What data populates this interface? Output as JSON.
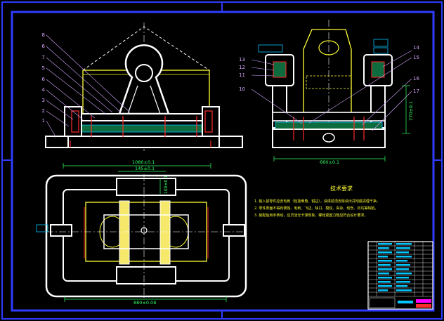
{
  "drawing": {
    "dimensions": {
      "front_total": "1080±0.1",
      "front_inner": "145±0.1",
      "side_width": "660±0.1",
      "side_height": "770±0.1",
      "plan_width": "880±0.08",
      "plan_small": "100±0.1"
    },
    "front_leaders": [
      "8",
      "6",
      "7",
      "5",
      "6",
      "4",
      "3",
      "2",
      "1"
    ],
    "side_leaders_left": [
      "13",
      "12",
      "11",
      "10"
    ],
    "side_leaders_right": [
      "14",
      "15",
      "16",
      "17"
    ],
    "technical_requirements": {
      "title": "技术要求",
      "notes": [
        "1. 装入前零件应去毛刺（包括倒角、锐边），油漆前须去除油污并彻底清理干净。",
        "2. 零件表面不得有锈蚀、毛刺、飞边、缺口、裂纹、夹杂、划伤、凹坑等缺陷。",
        "3. 装配后用手转动，应灵活无卡滞现象，螺栓紧固力矩应符合设计要求。"
      ]
    }
  },
  "colors": {
    "background": "#000000",
    "frame": "#2f3cff",
    "outline": "#ffffff",
    "hidden": "#ff2a2a",
    "casting": "#ffff33",
    "leader": "#d6a6ff",
    "dimension": "#33ff66",
    "title_block": "#ff00ff",
    "note": "#ffff33",
    "accent": "#00c6ff"
  }
}
